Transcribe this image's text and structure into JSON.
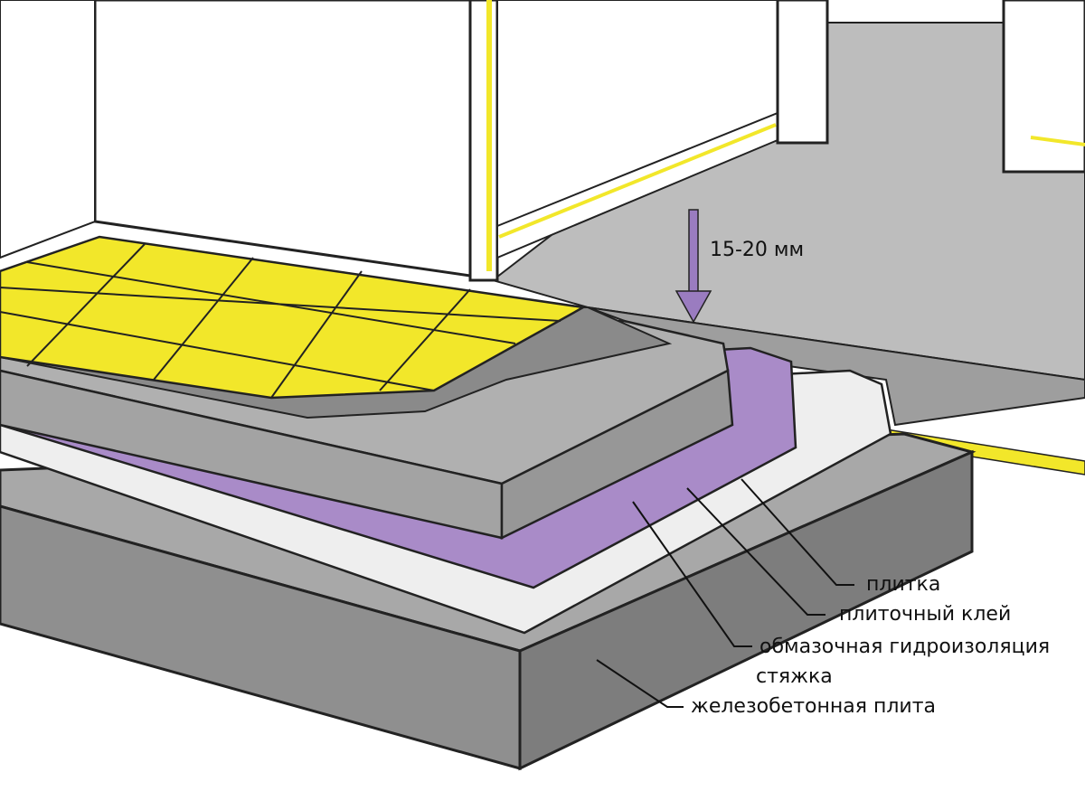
{
  "diagram": {
    "dimension_label": "15-20 мм",
    "layers": [
      {
        "key": "tile",
        "label": "плитка"
      },
      {
        "key": "adhesive",
        "label": "плиточный клей"
      },
      {
        "key": "waterproofing",
        "label": "обмазочная гидроизоляция"
      },
      {
        "key": "screed",
        "label": "стяжка"
      },
      {
        "key": "slab",
        "label": "железобетонная плита"
      }
    ],
    "colors": {
      "tile": "#f2e72a",
      "screed": "#a9a9a9",
      "waterproofing": "#a98bc8",
      "membrane": "#ececec",
      "slab": "#8f8f8f",
      "floor": "#b9b9b9",
      "arrow": "#9a7cc0"
    }
  }
}
